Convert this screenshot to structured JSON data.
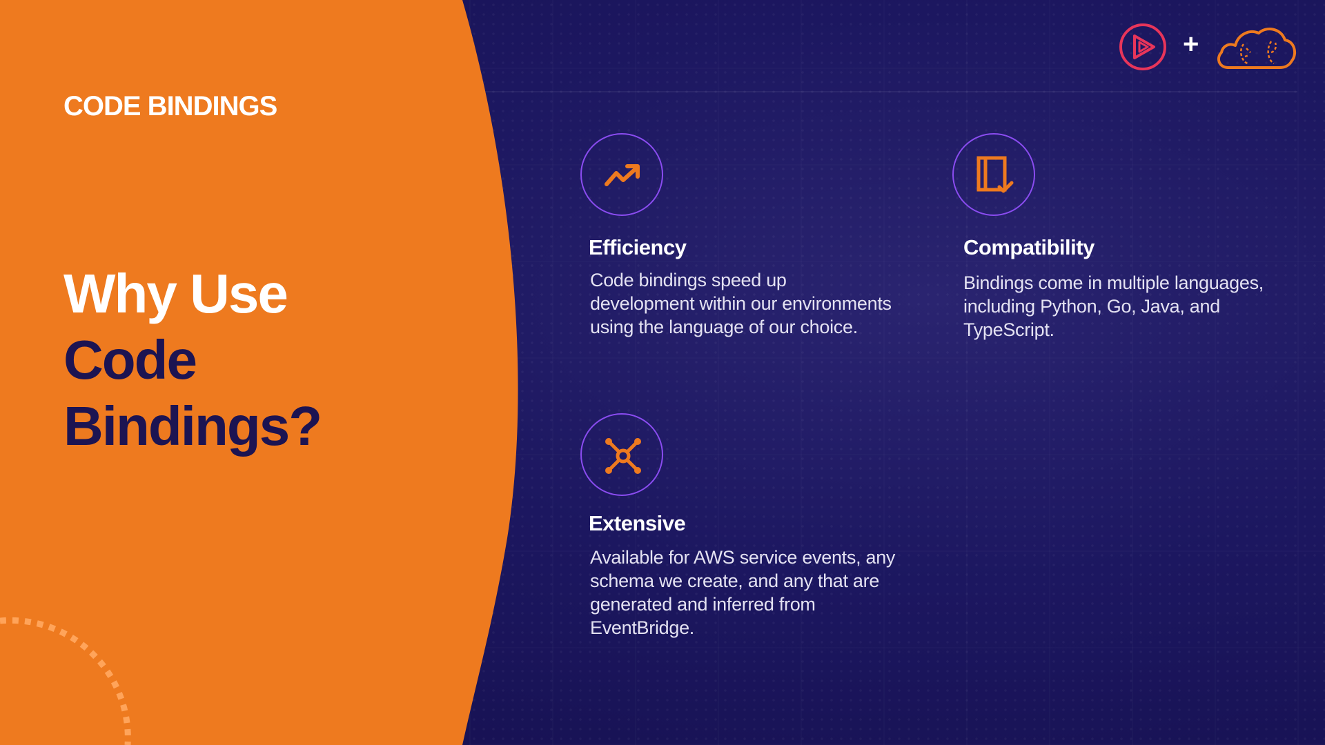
{
  "section_label": "CODE BINDINGS",
  "headline": {
    "line1": "Why Use",
    "line2": "Code",
    "line3": "Bindings?"
  },
  "features": [
    {
      "icon": "trending-up-icon",
      "title": "Efficiency",
      "description": "Code bindings speed up development within our environments using the language of our choice."
    },
    {
      "icon": "document-check-icon",
      "title": "Compatibility",
      "description": "Bindings come in multiple languages, including Python, Go, Java, and TypeScript."
    },
    {
      "icon": "network-hub-icon",
      "title": "Extensive",
      "description": "Available for AWS service events, any schema we create, and any that are generated and inferred from EventBridge."
    }
  ],
  "branding": {
    "plus": "+",
    "play_logo": "play-logo-icon",
    "cloud_logo": "cloud-logo-icon"
  },
  "colors": {
    "orange": "#ee7a1f",
    "navy": "#1c1452",
    "purple_outline": "#8a4cf0",
    "background": "#1c1760",
    "pink_red": "#e8355a"
  }
}
